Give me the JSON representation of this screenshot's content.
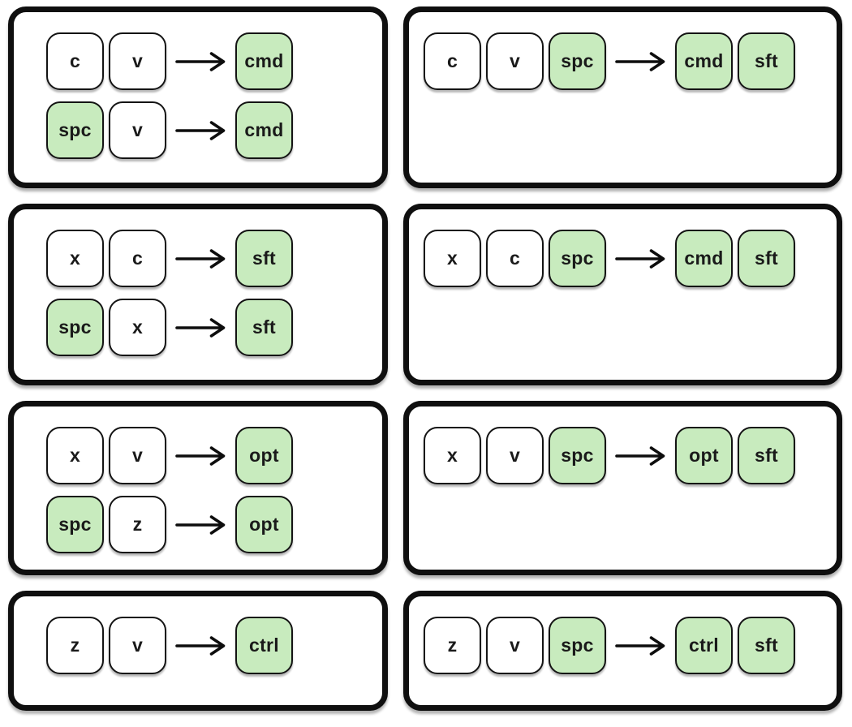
{
  "colors": {
    "key_highlight": "#c8ebbe",
    "key_default": "#ffffff",
    "outline": "#0f0f0f",
    "background": "#ffffff"
  },
  "panels": [
    {
      "name": "c-v",
      "rows": [
        {
          "inputs": [
            {
              "label": "c",
              "highlighted": false
            },
            {
              "label": "v",
              "highlighted": false
            }
          ],
          "outputs": [
            {
              "label": "cmd",
              "highlighted": true
            }
          ]
        },
        {
          "inputs": [
            {
              "label": "spc",
              "highlighted": true
            },
            {
              "label": "v",
              "highlighted": false
            }
          ],
          "outputs": [
            {
              "label": "cmd",
              "highlighted": true
            }
          ]
        }
      ]
    },
    {
      "name": "c-v-spc",
      "rows": [
        {
          "inputs": [
            {
              "label": "c",
              "highlighted": false
            },
            {
              "label": "v",
              "highlighted": false
            },
            {
              "label": "spc",
              "highlighted": true
            }
          ],
          "outputs": [
            {
              "label": "cmd",
              "highlighted": true
            },
            {
              "label": "sft",
              "highlighted": true
            }
          ]
        }
      ]
    },
    {
      "name": "x-c",
      "rows": [
        {
          "inputs": [
            {
              "label": "x",
              "highlighted": false
            },
            {
              "label": "c",
              "highlighted": false
            }
          ],
          "outputs": [
            {
              "label": "sft",
              "highlighted": true
            }
          ]
        },
        {
          "inputs": [
            {
              "label": "spc",
              "highlighted": true
            },
            {
              "label": "x",
              "highlighted": false
            }
          ],
          "outputs": [
            {
              "label": "sft",
              "highlighted": true
            }
          ]
        }
      ]
    },
    {
      "name": "x-c-spc",
      "rows": [
        {
          "inputs": [
            {
              "label": "x",
              "highlighted": false
            },
            {
              "label": "c",
              "highlighted": false
            },
            {
              "label": "spc",
              "highlighted": true
            }
          ],
          "outputs": [
            {
              "label": "cmd",
              "highlighted": true
            },
            {
              "label": "sft",
              "highlighted": true
            }
          ]
        }
      ]
    },
    {
      "name": "x-v",
      "rows": [
        {
          "inputs": [
            {
              "label": "x",
              "highlighted": false
            },
            {
              "label": "v",
              "highlighted": false
            }
          ],
          "outputs": [
            {
              "label": "opt",
              "highlighted": true
            }
          ]
        },
        {
          "inputs": [
            {
              "label": "spc",
              "highlighted": true
            },
            {
              "label": "z",
              "highlighted": false
            }
          ],
          "outputs": [
            {
              "label": "opt",
              "highlighted": true
            }
          ]
        }
      ]
    },
    {
      "name": "x-v-spc",
      "rows": [
        {
          "inputs": [
            {
              "label": "x",
              "highlighted": false
            },
            {
              "label": "v",
              "highlighted": false
            },
            {
              "label": "spc",
              "highlighted": true
            }
          ],
          "outputs": [
            {
              "label": "opt",
              "highlighted": true
            },
            {
              "label": "sft",
              "highlighted": true
            }
          ]
        }
      ]
    },
    {
      "name": "z-v",
      "rows": [
        {
          "inputs": [
            {
              "label": "z",
              "highlighted": false
            },
            {
              "label": "v",
              "highlighted": false
            }
          ],
          "outputs": [
            {
              "label": "ctrl",
              "highlighted": true
            }
          ]
        }
      ]
    },
    {
      "name": "z-v-spc",
      "rows": [
        {
          "inputs": [
            {
              "label": "z",
              "highlighted": false
            },
            {
              "label": "v",
              "highlighted": false
            },
            {
              "label": "spc",
              "highlighted": true
            }
          ],
          "outputs": [
            {
              "label": "ctrl",
              "highlighted": true
            },
            {
              "label": "sft",
              "highlighted": true
            }
          ]
        }
      ]
    }
  ]
}
